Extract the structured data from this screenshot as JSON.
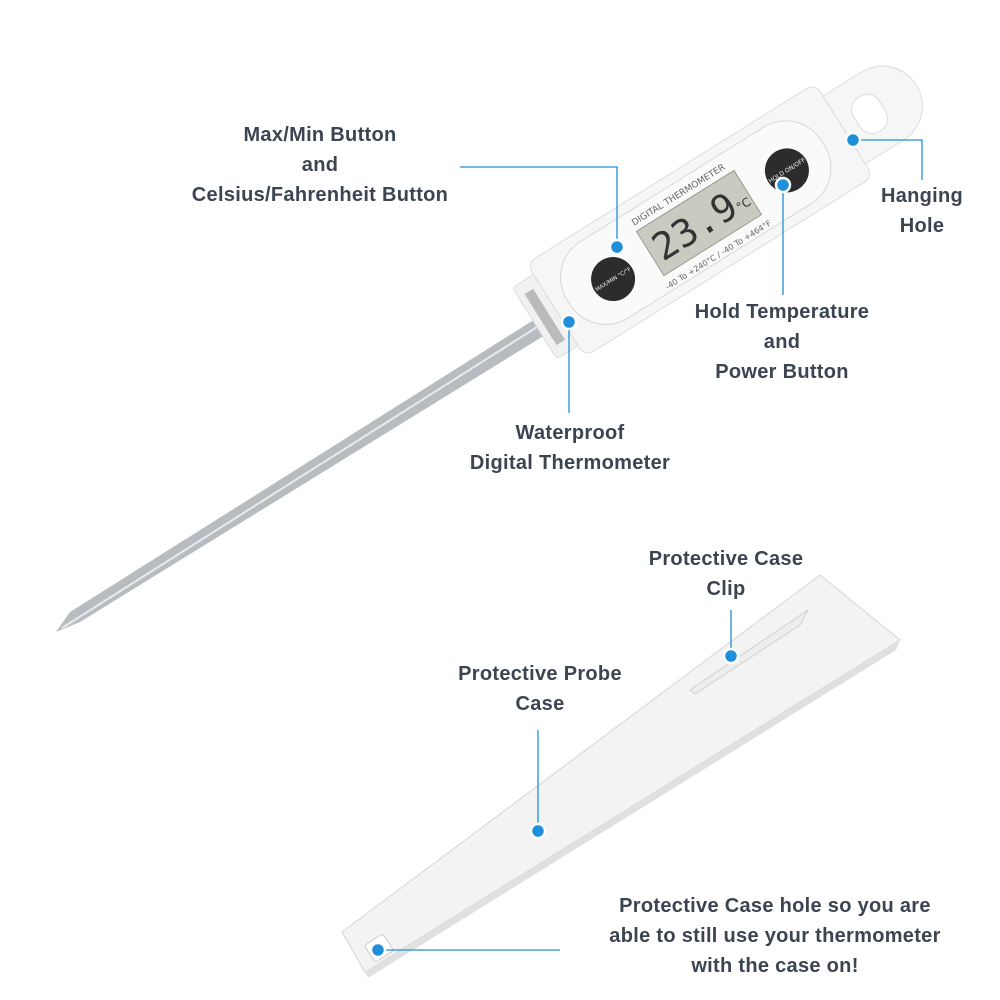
{
  "callouts": {
    "max_min": {
      "lines": [
        "Max/Min Button",
        "and",
        "Celsius/Fahrenheit Button"
      ]
    },
    "hanging_hole": {
      "lines": [
        "Hanging",
        "Hole"
      ]
    },
    "hold_power": {
      "lines": [
        "Hold Temperature",
        "and",
        "Power Button"
      ]
    },
    "waterproof": {
      "lines": [
        "Waterproof",
        "Digital Thermometer"
      ]
    },
    "case_clip": {
      "lines": [
        "Protective Case",
        "Clip"
      ]
    },
    "probe_case": {
      "lines": [
        "Protective Probe",
        "Case"
      ]
    },
    "case_hole": {
      "lines": [
        "Protective Case hole so you are",
        "able to still use your thermometer",
        "with the case on!"
      ]
    }
  },
  "device": {
    "brand_text": "DIGITAL THERMOMETER",
    "reading": "23.9",
    "unit": "°C",
    "range_text": "-40 To +240°C / -40 To +464°F",
    "button_left": "MAX/MIN °C/°F",
    "button_right": "HOLD ON/OFF"
  },
  "colors": {
    "callout": "#1e8fd8",
    "text": "#3b4450"
  }
}
